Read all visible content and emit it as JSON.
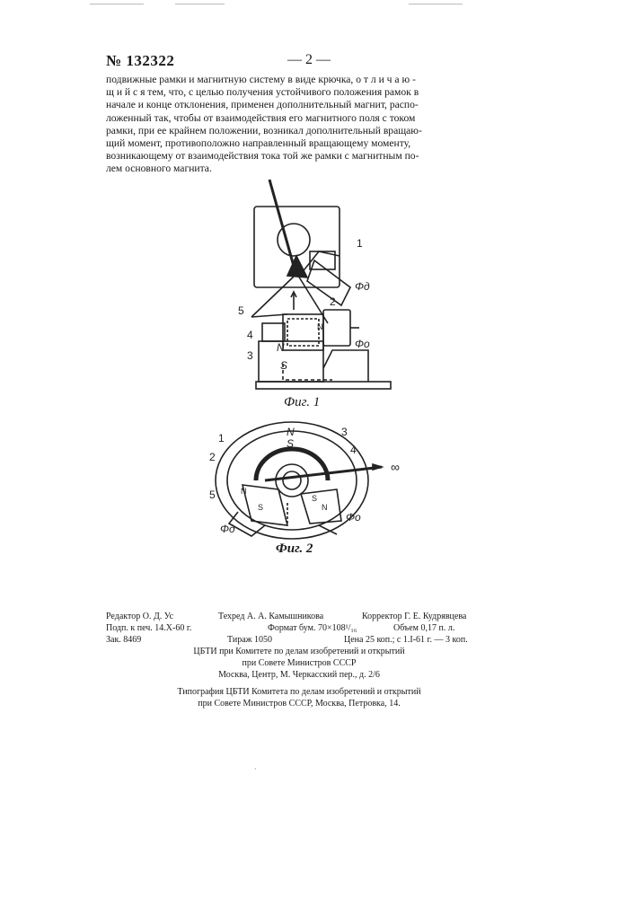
{
  "header": {
    "patent_number": "№ 132322",
    "page_number": "— 2 —"
  },
  "body_lines": [
    "подвижные рамки и магнитную систему в виде крючка, о т л и ч а ю -",
    "щ и й с я тем, что, с целью получения устойчивого положения рамок в",
    "начале и конце отклонения, применен дополнительный магнит, распо-",
    "ложенный так, чтобы от взаимодействия его магнитного поля с током",
    "рамки, при ее крайнем положении, возникал дополнительный вращаю-",
    "щий момент, противоположно направленный вращающему моменту,",
    "возникающему от взаимодействия тока той же рамки с магнитным по-",
    "лем основного магнита."
  ],
  "figure1": {
    "caption": "Фиг. 1",
    "labels": [
      "1",
      "5",
      "2",
      "4",
      "3",
      "N",
      "S",
      "N",
      "Φд",
      "Φо"
    ]
  },
  "figure2": {
    "caption": "Фиг. 2",
    "labels": [
      "1",
      "2",
      "3",
      "4",
      "5",
      "N",
      "S",
      "N",
      "S",
      "S",
      "N",
      "Φд",
      "Φо",
      "∞"
    ]
  },
  "imprint": {
    "editor": "Редактор О. Д. Ус",
    "techred": "Техред А. А. Камышникова",
    "corrector": "Корректор Г. Е. Кудрявцева",
    "signed": "Подп. к печ. 14.X-60 г.",
    "format": "Формат бум. 70×108¹/₁₆",
    "volume": "Объем 0,17 п. л.",
    "order": "Зак. 8469",
    "print_run": "Тираж 1050",
    "price": "Цена 25 коп.; с 1.I-61 г. — 3 коп.",
    "publisher_1": "ЦБТИ при Комитете по делам изобретений и открытий",
    "publisher_2": "при Совете Министров СССР",
    "publisher_3": "Москва, Центр, М. Черкасский пер., д. 2/6",
    "printer_1": "Типография ЦБТИ Комитета по делам изобретений и открытий",
    "printer_2": "при Совете Министров СССР, Москва, Петровка, 14."
  }
}
